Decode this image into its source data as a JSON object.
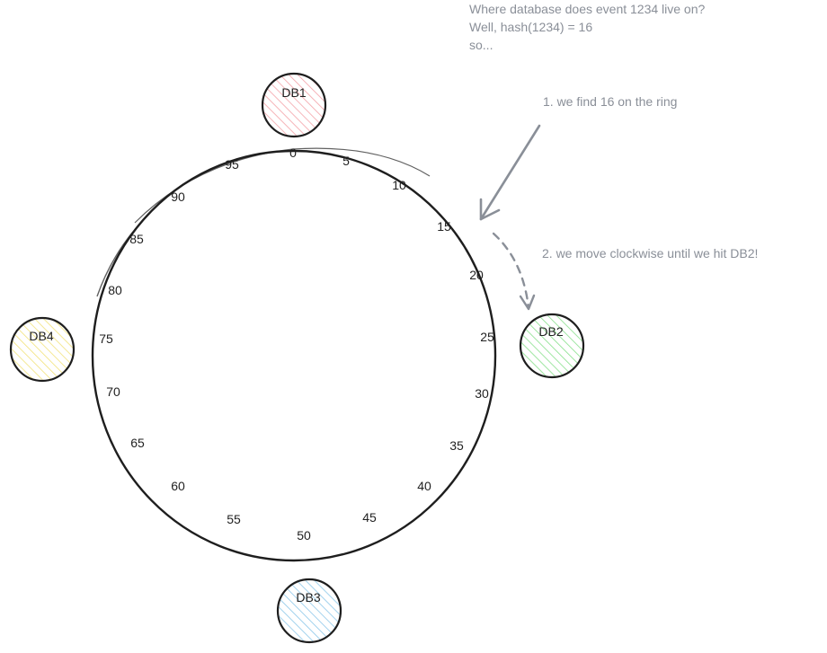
{
  "question": {
    "lines": [
      "Where database does event 1234 live on?",
      "Well, hash(1234) = 16",
      "so..."
    ]
  },
  "steps": {
    "step1": "1. we find 16 on the ring",
    "step2": "2. we move clockwise until we hit DB2!"
  },
  "ring": {
    "ticks": [
      "0",
      "5",
      "10",
      "15",
      "20",
      "25",
      "30",
      "35",
      "40",
      "45",
      "50",
      "55",
      "60",
      "65",
      "70",
      "75",
      "80",
      "85",
      "90",
      "95"
    ]
  },
  "databases": [
    {
      "id": "db1",
      "label": "DB1",
      "fill": "#f4a3a8"
    },
    {
      "id": "db2",
      "label": "DB2",
      "fill": "#86e08a"
    },
    {
      "id": "db3",
      "label": "DB3",
      "fill": "#8cc8ea"
    },
    {
      "id": "db4",
      "label": "DB4",
      "fill": "#f2e27a"
    }
  ],
  "colors": {
    "ring": "#1e1e1e",
    "arrow": "#8a8f98",
    "annotation_text": "#8a8f98"
  }
}
